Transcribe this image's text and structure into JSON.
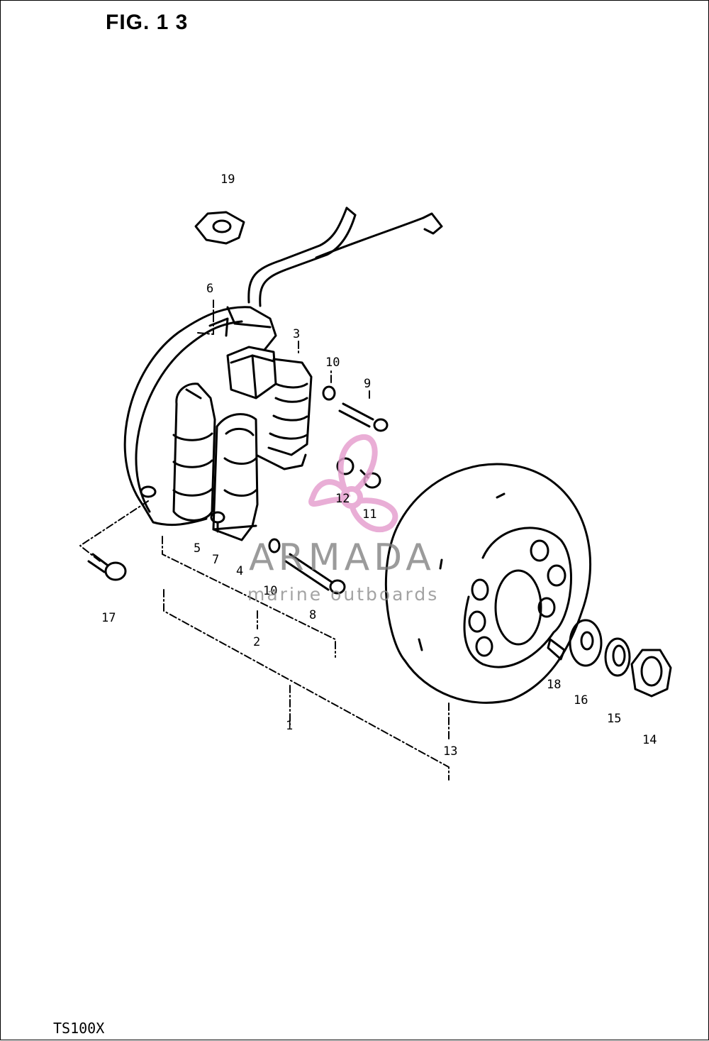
{
  "figure": {
    "title": "FIG. 1 3",
    "model": "TS100X"
  },
  "callouts": {
    "c1": "1",
    "c2": "2",
    "c3": "3",
    "c4": "4",
    "c5": "5",
    "c6": "6",
    "c7": "7",
    "c8": "8",
    "c9": "9",
    "c10a": "10",
    "c10b": "10",
    "c11": "11",
    "c12": "12",
    "c13": "13",
    "c14": "14",
    "c15": "15",
    "c16": "16",
    "c17": "17",
    "c18": "18",
    "c19": "19"
  },
  "watermark": {
    "brand": "ARMADA",
    "tagline": "marine outboards",
    "logo_color": "#e6a0cf"
  }
}
